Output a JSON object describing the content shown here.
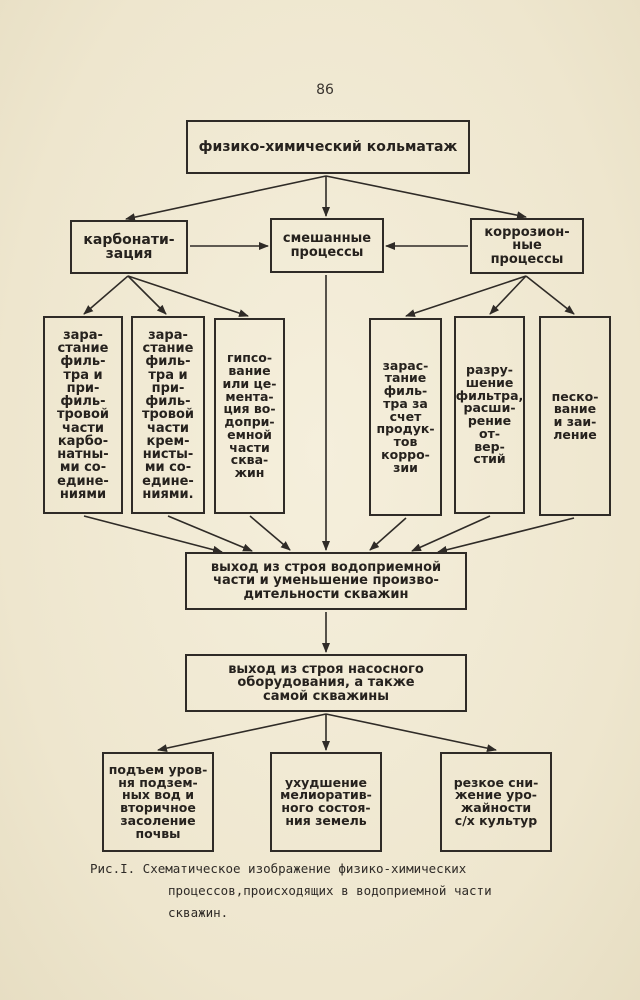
{
  "page_number": "86",
  "diagram": {
    "top": "физико-химический кольматаж",
    "carbonation": "карбонати-\nзация",
    "mixed": "смешанные\nпроцессы",
    "corrosion": "коррозион-\nные\nпроцессы",
    "c1": "зара-\nстание\nфиль-\nтра и\nпри-\nфиль-\nтровой\nчасти\nкарбо-\nнатны-\nми со-\nедине-\nниями",
    "c2": "зара-\nстание\nфиль-\nтра и\nпри-\nфиль-\nтровой\nчасти\nкрем-\nнисты-\nми со-\nедине-\nниями.",
    "c3": "гипсо-\nвание\nили це-\nмента-\nция во-\nдопри-\nемной\nчасти\nсква-\nжин",
    "c4": "зарас-\nтание\nфиль-\nтра за\nсчет\nпродук-\nтов\nкорро-\nзии",
    "c5": "разру-\nшение\nфильтра,\nрасши-\nрение\nот-\nвер-\nстий",
    "c6": "песко-\nвание\nи заи-\nление",
    "out1": "выход из строя водоприемной\nчасти и уменьшение произво-\nдительности скважин",
    "out2": "выход из строя насосного\nоборудования, а также\nсамой скважины",
    "r1": "подъем уров-\nня подзем-\nных вод и\nвторичное\nзасоление\nпочвы",
    "r2": "ухудшение\nмелиоратив-\nного состоя-\nния земель",
    "r3": "резкое сни-\nжение уро-\nжайности\nс/х культур"
  },
  "caption": {
    "line1": "Рис.I. Схематическое изображение физико-химических",
    "line2": "процессов,происходящих в водоприемной части",
    "line3": "скважин."
  },
  "colors": {
    "ink": "#2f2b27",
    "paper": "#f1ebd6"
  }
}
